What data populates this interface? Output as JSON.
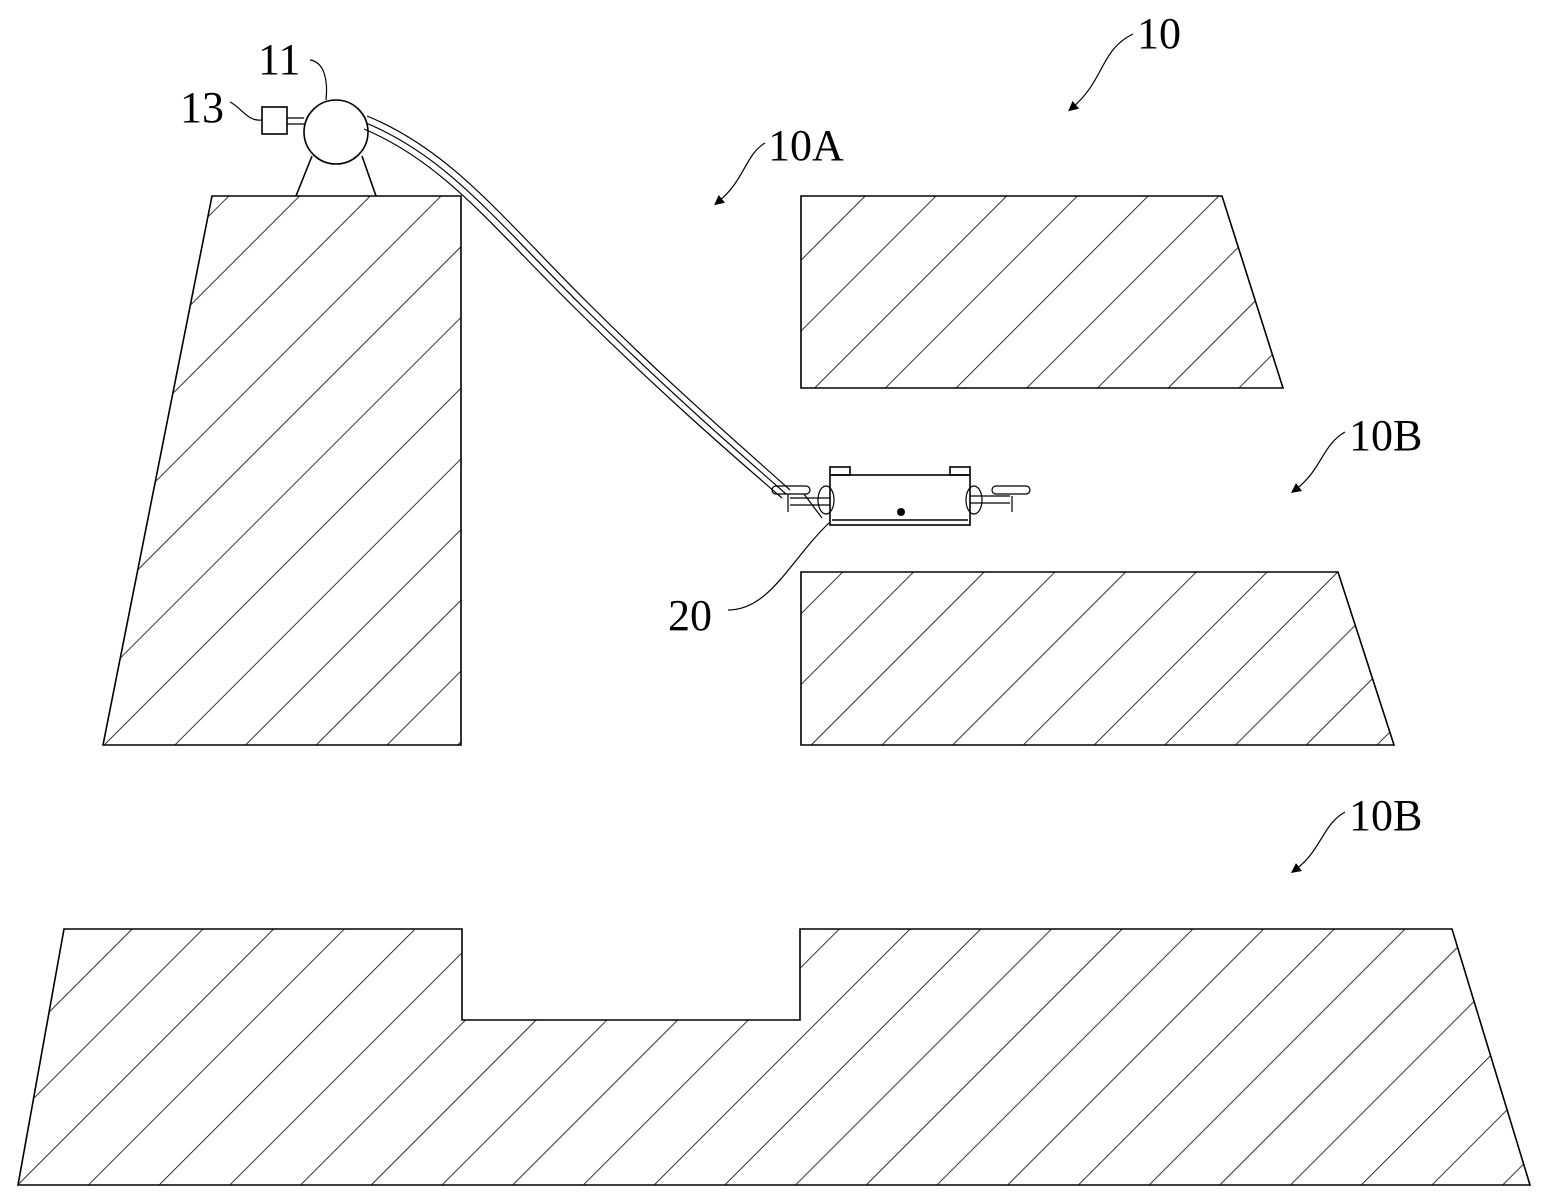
{
  "labels": {
    "system": "10",
    "tunnel_main": "10A",
    "tunnel_branch_upper": "10B",
    "tunnel_branch_lower": "10B",
    "winch": "11",
    "controller": "13",
    "robot": "20"
  },
  "colors": {
    "line": "#000000",
    "background": "#ffffff"
  }
}
